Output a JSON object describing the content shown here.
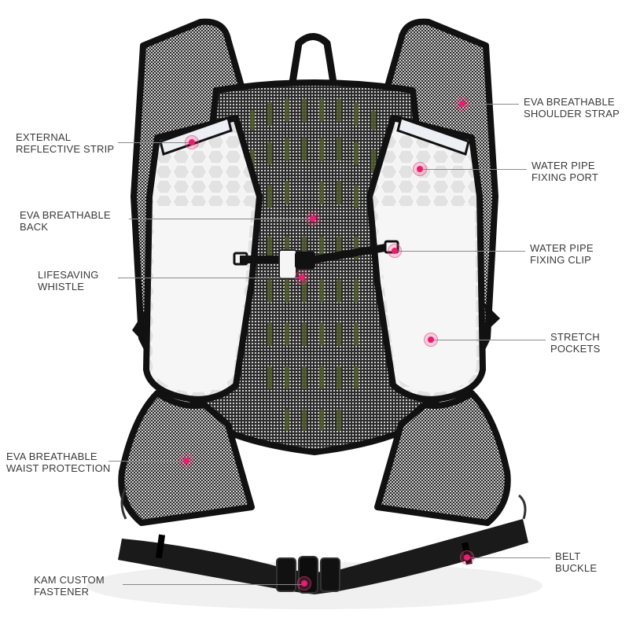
{
  "image": {
    "subject": "hydration running vest backpack, rear view",
    "background": "#ffffff",
    "marker_color": "#e91e72",
    "line_color": "#8a8a8a",
    "text_color": "#3a3a3a"
  },
  "callouts": [
    {
      "id": "external-reflective-strip",
      "lines": [
        "EXTERNAL",
        "REFLECTIVE STRIP"
      ],
      "side": "left"
    },
    {
      "id": "eva-breathable-shoulder-strap",
      "lines": [
        "EVA BREATHABLE",
        "SHOULDER STRAP"
      ],
      "side": "right"
    },
    {
      "id": "water-pipe-fixing-port",
      "lines": [
        "WATER PIPE",
        "FIXING PORT"
      ],
      "side": "right"
    },
    {
      "id": "eva-breathable-back",
      "lines": [
        "EVA BREATHABLE",
        "BACK"
      ],
      "side": "left"
    },
    {
      "id": "water-pipe-fixing-clip",
      "lines": [
        "WATER PIPE",
        "FIXING CLIP"
      ],
      "side": "right"
    },
    {
      "id": "lifesaving-whistle",
      "lines": [
        "LIFESAVING",
        "WHISTLE"
      ],
      "side": "left"
    },
    {
      "id": "stretch-pockets",
      "lines": [
        "STRETCH",
        "POCKETS"
      ],
      "side": "right"
    },
    {
      "id": "eva-breathable-waist-protection",
      "lines": [
        "EVA BREATHABLE",
        "WAIST PROTECTION"
      ],
      "side": "left"
    },
    {
      "id": "belt-buckle",
      "lines": [
        "BELT",
        "BUCKLE"
      ],
      "side": "right"
    },
    {
      "id": "kam-custom-fastener",
      "lines": [
        "KAM CUSTOM",
        "FASTENER"
      ],
      "side": "left"
    }
  ]
}
